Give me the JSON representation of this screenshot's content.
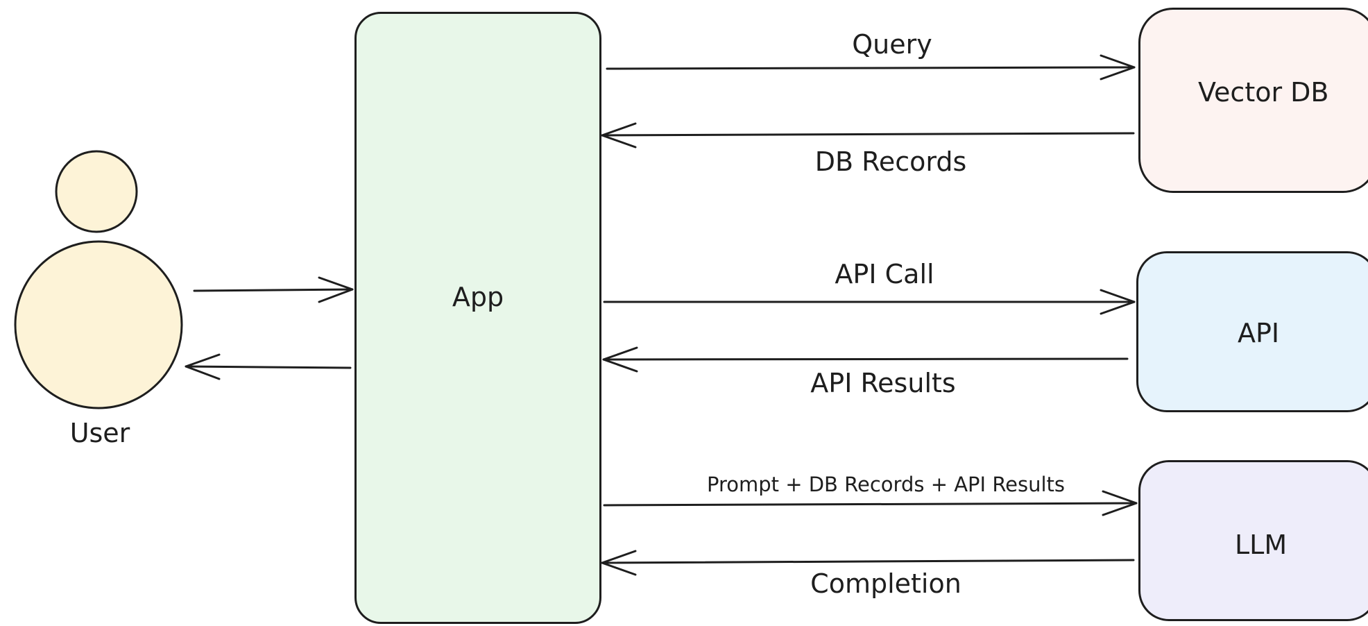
{
  "user": {
    "label": "User",
    "fill": "#fdf3d7"
  },
  "app": {
    "label": "App",
    "fill": "#e8f7e9"
  },
  "vector_db": {
    "label": "Vector DB",
    "fill": "#fdf3f1"
  },
  "api": {
    "label": "API",
    "fill": "#e6f3fc"
  },
  "llm": {
    "label": "LLM",
    "fill": "#eeedfa"
  },
  "edges": {
    "query": "Query",
    "db_records": "DB Records",
    "api_call": "API Call",
    "api_results": "API Results",
    "prompt": "Prompt + DB Records + API Results",
    "completion": "Completion"
  },
  "colors": {
    "stroke": "#1e1e1e"
  }
}
